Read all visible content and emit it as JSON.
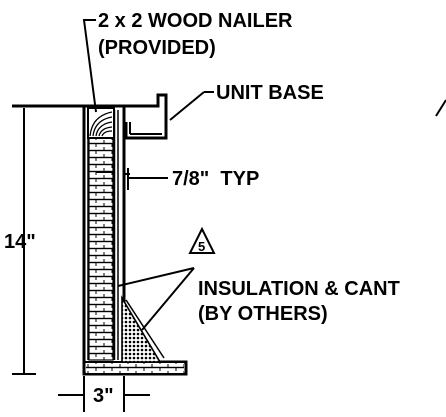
{
  "labels": {
    "nailer_line1": "2 x 2 WOOD NAILER",
    "nailer_line2": "(PROVIDED)",
    "unit_base": "UNIT BASE",
    "typ_dim": "7/8\"  TYP",
    "height_dim": "14\"",
    "note_number": "5",
    "insulation_line1": "INSULATION & CANT",
    "insulation_line2": "(BY OTHERS)",
    "width_dim": "3\""
  },
  "colors": {
    "ink": "#000000",
    "background": "#ffffff"
  }
}
